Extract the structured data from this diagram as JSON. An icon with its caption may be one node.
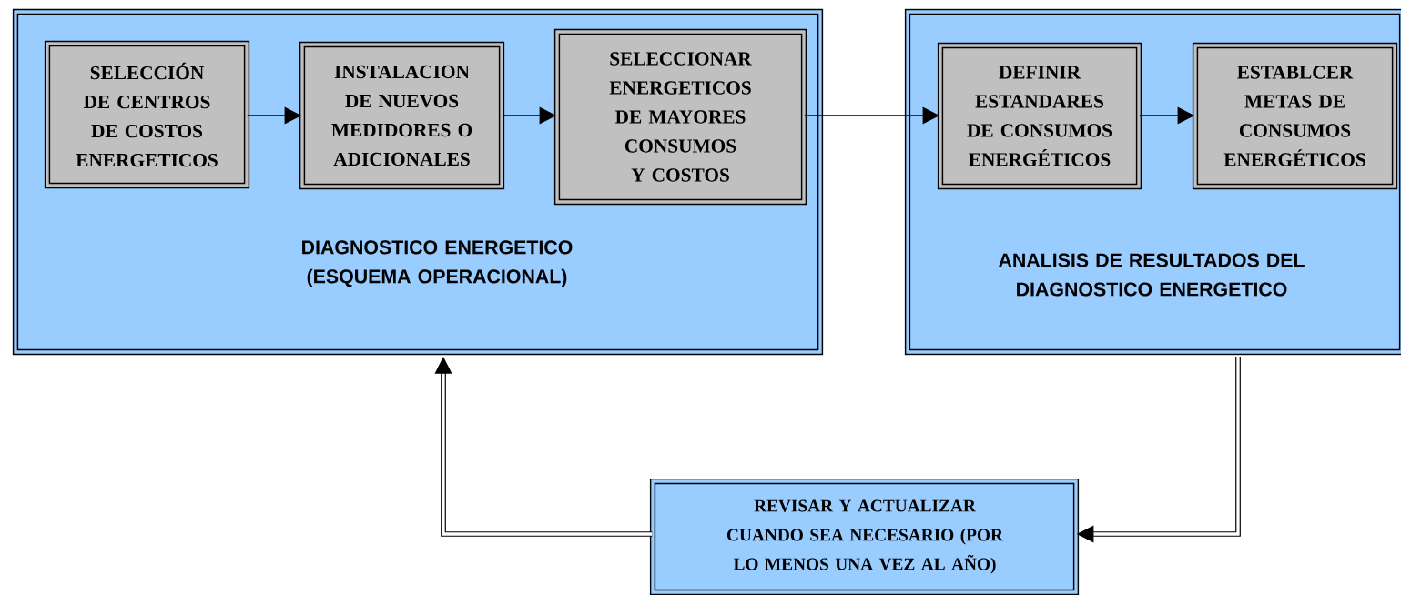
{
  "diagram": {
    "nodes": [
      {
        "text": [
          "DIAGNOSTICO ENERGETICO (ESQUEMA OPERACIONAL)"
        ]
      },
      {
        "text": [
          "SELECCIÓN DE CENTROS DE COSTOS ENERGETICOS"
        ],
        "in": 0
      },
      {
        "text": [
          "INSTALACION DE NUEVOS MEDIDORES O ADICIONALES"
        ],
        "in": 0
      },
      {
        "text": [
          "SELECCIONAR ENERGETICOS DE MAYORES CONSUMOS Y COSTOS"
        ],
        "in": 0
      },
      {
        "text": [
          "ANALISIS DE RESULTADOS DEL DIAGNOSTICO ENERGETICO"
        ]
      },
      {
        "text": [
          "DEFINIR ESTANDARES DE CONSUMOS ENERGÉTICOS"
        ],
        "in": 4
      },
      {
        "text": [
          "ESTABLCER METAS DE CONSUMOS ENERGÉTICOS"
        ],
        "in": 4
      },
      {
        "text": [
          "REVISAR Y ACTUALIZAR CUANDO SEA NECESARIO (POR LO MENOS UNA VEZ AL AÑO)"
        ]
      }
    ],
    "edges": [
      {
        "from": 1,
        "to": 2,
        "arrow": "to"
      },
      {
        "from": 2,
        "to": 3,
        "arrow": "to"
      },
      {
        "from": 3,
        "to": 5,
        "arrow": "to"
      },
      {
        "from": 5,
        "to": 6,
        "arrow": "to"
      },
      {
        "from": 4,
        "to": 7,
        "arrow": "to",
        "style": "thick"
      },
      {
        "from": 7,
        "to": 0,
        "arrow": "to",
        "style": "thick"
      }
    ]
  }
}
